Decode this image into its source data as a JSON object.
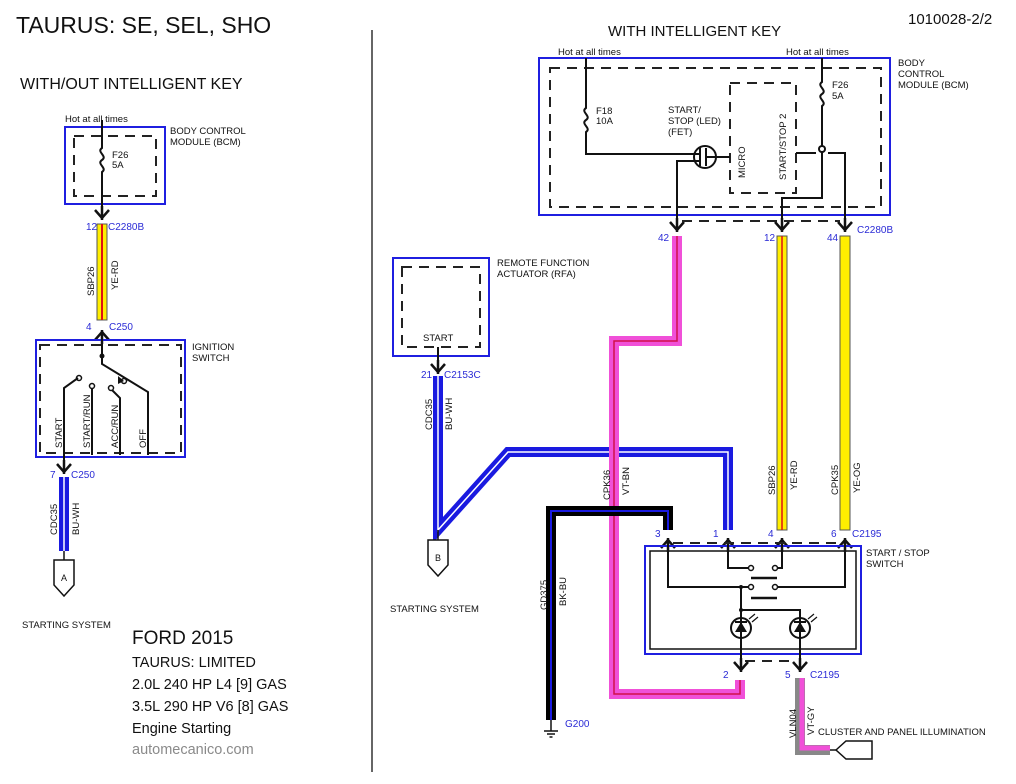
{
  "header": {
    "title": "TAURUS: SE, SEL, SHO",
    "doc_id": "1010028-2/2"
  },
  "left": {
    "section_title": "WITH/OUT INTELLIGENT KEY",
    "hot_label": "Hot at all times",
    "bcm_label_1": "BODY CONTROL",
    "bcm_label_2": "MODULE (BCM)",
    "fuse_name": "F26",
    "fuse_rating": "5A",
    "conn_top_pin": "12",
    "conn_top_name": "C2280B",
    "wire1_circuit": "SBP26",
    "wire1_color": "YE-RD",
    "conn_mid_pin": "4",
    "conn_mid_name": "C250",
    "ign_label_1": "IGNITION",
    "ign_label_2": "SWITCH",
    "positions": [
      "START",
      "START/RUN",
      "ACC/RUN",
      "OFF"
    ],
    "conn_bot_pin": "7",
    "conn_bot_name": "C250",
    "wire2_circuit": "CDC35",
    "wire2_color": "BU-WH",
    "offpage": "A",
    "dest_label": "STARTING SYSTEM"
  },
  "footer": {
    "brand": "FORD 2015",
    "model": "TAURUS: LIMITED",
    "engine1": "2.0L 240 HP L4 [9] GAS",
    "engine2": "3.5L 290 HP V6 [8] GAS",
    "system": "Engine Starting",
    "site": "automecanico.com"
  },
  "right": {
    "section_title": "WITH INTELLIGENT KEY",
    "hot_label_1": "Hot at all times",
    "hot_label_2": "Hot at all times",
    "bcm_label_1": "BODY",
    "bcm_label_2": "CONTROL",
    "bcm_label_3": "MODULE (BCM)",
    "fuse1_name": "F18",
    "fuse1_rating": "10A",
    "fuse2_name": "F26",
    "fuse2_rating": "5A",
    "fet_label_1": "START/",
    "fet_label_2": "STOP (LED)",
    "fet_label_3": "(FET)",
    "micro_label": "MICRO",
    "ss2_label": "START/STOP 2",
    "bcm_conn": "C2280B",
    "bcm_pins": [
      "42",
      "12",
      "44"
    ],
    "rfa_label_1": "REMOTE FUNCTION",
    "rfa_label_2": "ACTUATOR (RFA)",
    "rfa_start": "START",
    "rfa_pin": "21",
    "rfa_conn": "C2153C",
    "wires": {
      "cdc35_circuit": "CDC35",
      "cdc35_color": "BU-WH",
      "cpk36_circuit": "CPK36",
      "cpk36_color": "VT-BN",
      "sbp26_circuit": "SBP26",
      "sbp26_color": "YE-RD",
      "cpk35_circuit": "CPK35",
      "cpk35_color": "YE-OG",
      "gd375_circuit": "GD375",
      "gd375_color": "BK-BU",
      "vln04_circuit": "VLN04",
      "vln04_color": "VT-GY"
    },
    "offpage": "B",
    "dest_label": "STARTING SYSTEM",
    "switch_label_1": "START / STOP",
    "switch_label_2": "SWITCH",
    "switch_conn": "C2195",
    "switch_pins_top": [
      "3",
      "1",
      "4",
      "6"
    ],
    "switch_pins_bottom": [
      "2",
      "5"
    ],
    "ground": "G200",
    "illum_label": "CLUSTER AND PANEL ILLUMINATION"
  },
  "colors": {
    "module_outline": "#1f1fe0",
    "connector_text": "#2b2bd6",
    "wire_yellow": "#ffee00",
    "wire_red": "#e01010",
    "wire_blue": "#1a1ae0",
    "wire_pink": "#f050d8",
    "wire_black": "#000000",
    "wire_gray": "#888888"
  }
}
